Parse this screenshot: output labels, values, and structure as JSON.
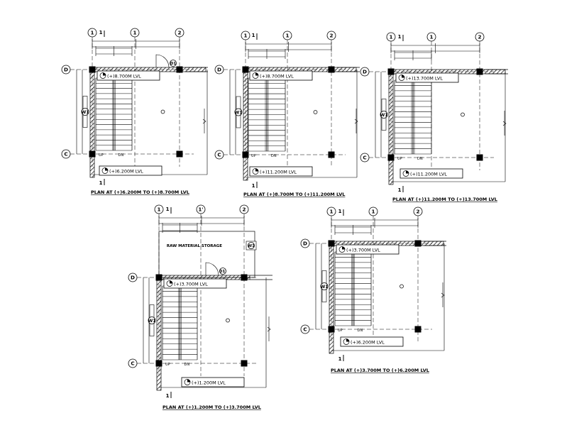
{
  "drawing": {
    "grid_bubbles": {
      "one": "1",
      "one_prime": "1'",
      "two": "2",
      "D": "D",
      "C": "C"
    },
    "section_mark": "1",
    "stair_notes": {
      "up": "UP",
      "dn": "DN"
    },
    "window_tag": "W1",
    "door_tag": "D1",
    "door_tag_prime": "D1'",
    "storage_label": "RAW MATERIAL STORAGE"
  },
  "plans": [
    {
      "caption": "PLAN AT (+)6.200M TO (+)8.700M LVL",
      "top_level": "(+)8.700M LVL",
      "bottom_level": "(+)6.200M LVL"
    },
    {
      "caption": "PLAN AT (+)8.700M TO (+)11.200M LVL",
      "top_level": "(+)8.700M LVL",
      "bottom_level": "(+)11.200M LVL"
    },
    {
      "caption": "PLAN AT (+)11.200M TO (+)13.700M LVL",
      "top_level": "(+)13.700M LVL",
      "bottom_level": "(+)11.200M LVL"
    },
    {
      "caption": "PLAN AT (+)1.200M TO (+)3.700M LVL",
      "top_level": "(+)3.700M LVL",
      "bottom_level": "(+)1.200M LVL"
    },
    {
      "caption": "PLAN AT (+)3.700M TO (+)6.200M LVL",
      "top_level": "(+)3.700M LVL",
      "bottom_level": "(+)6.200M LVL"
    }
  ]
}
